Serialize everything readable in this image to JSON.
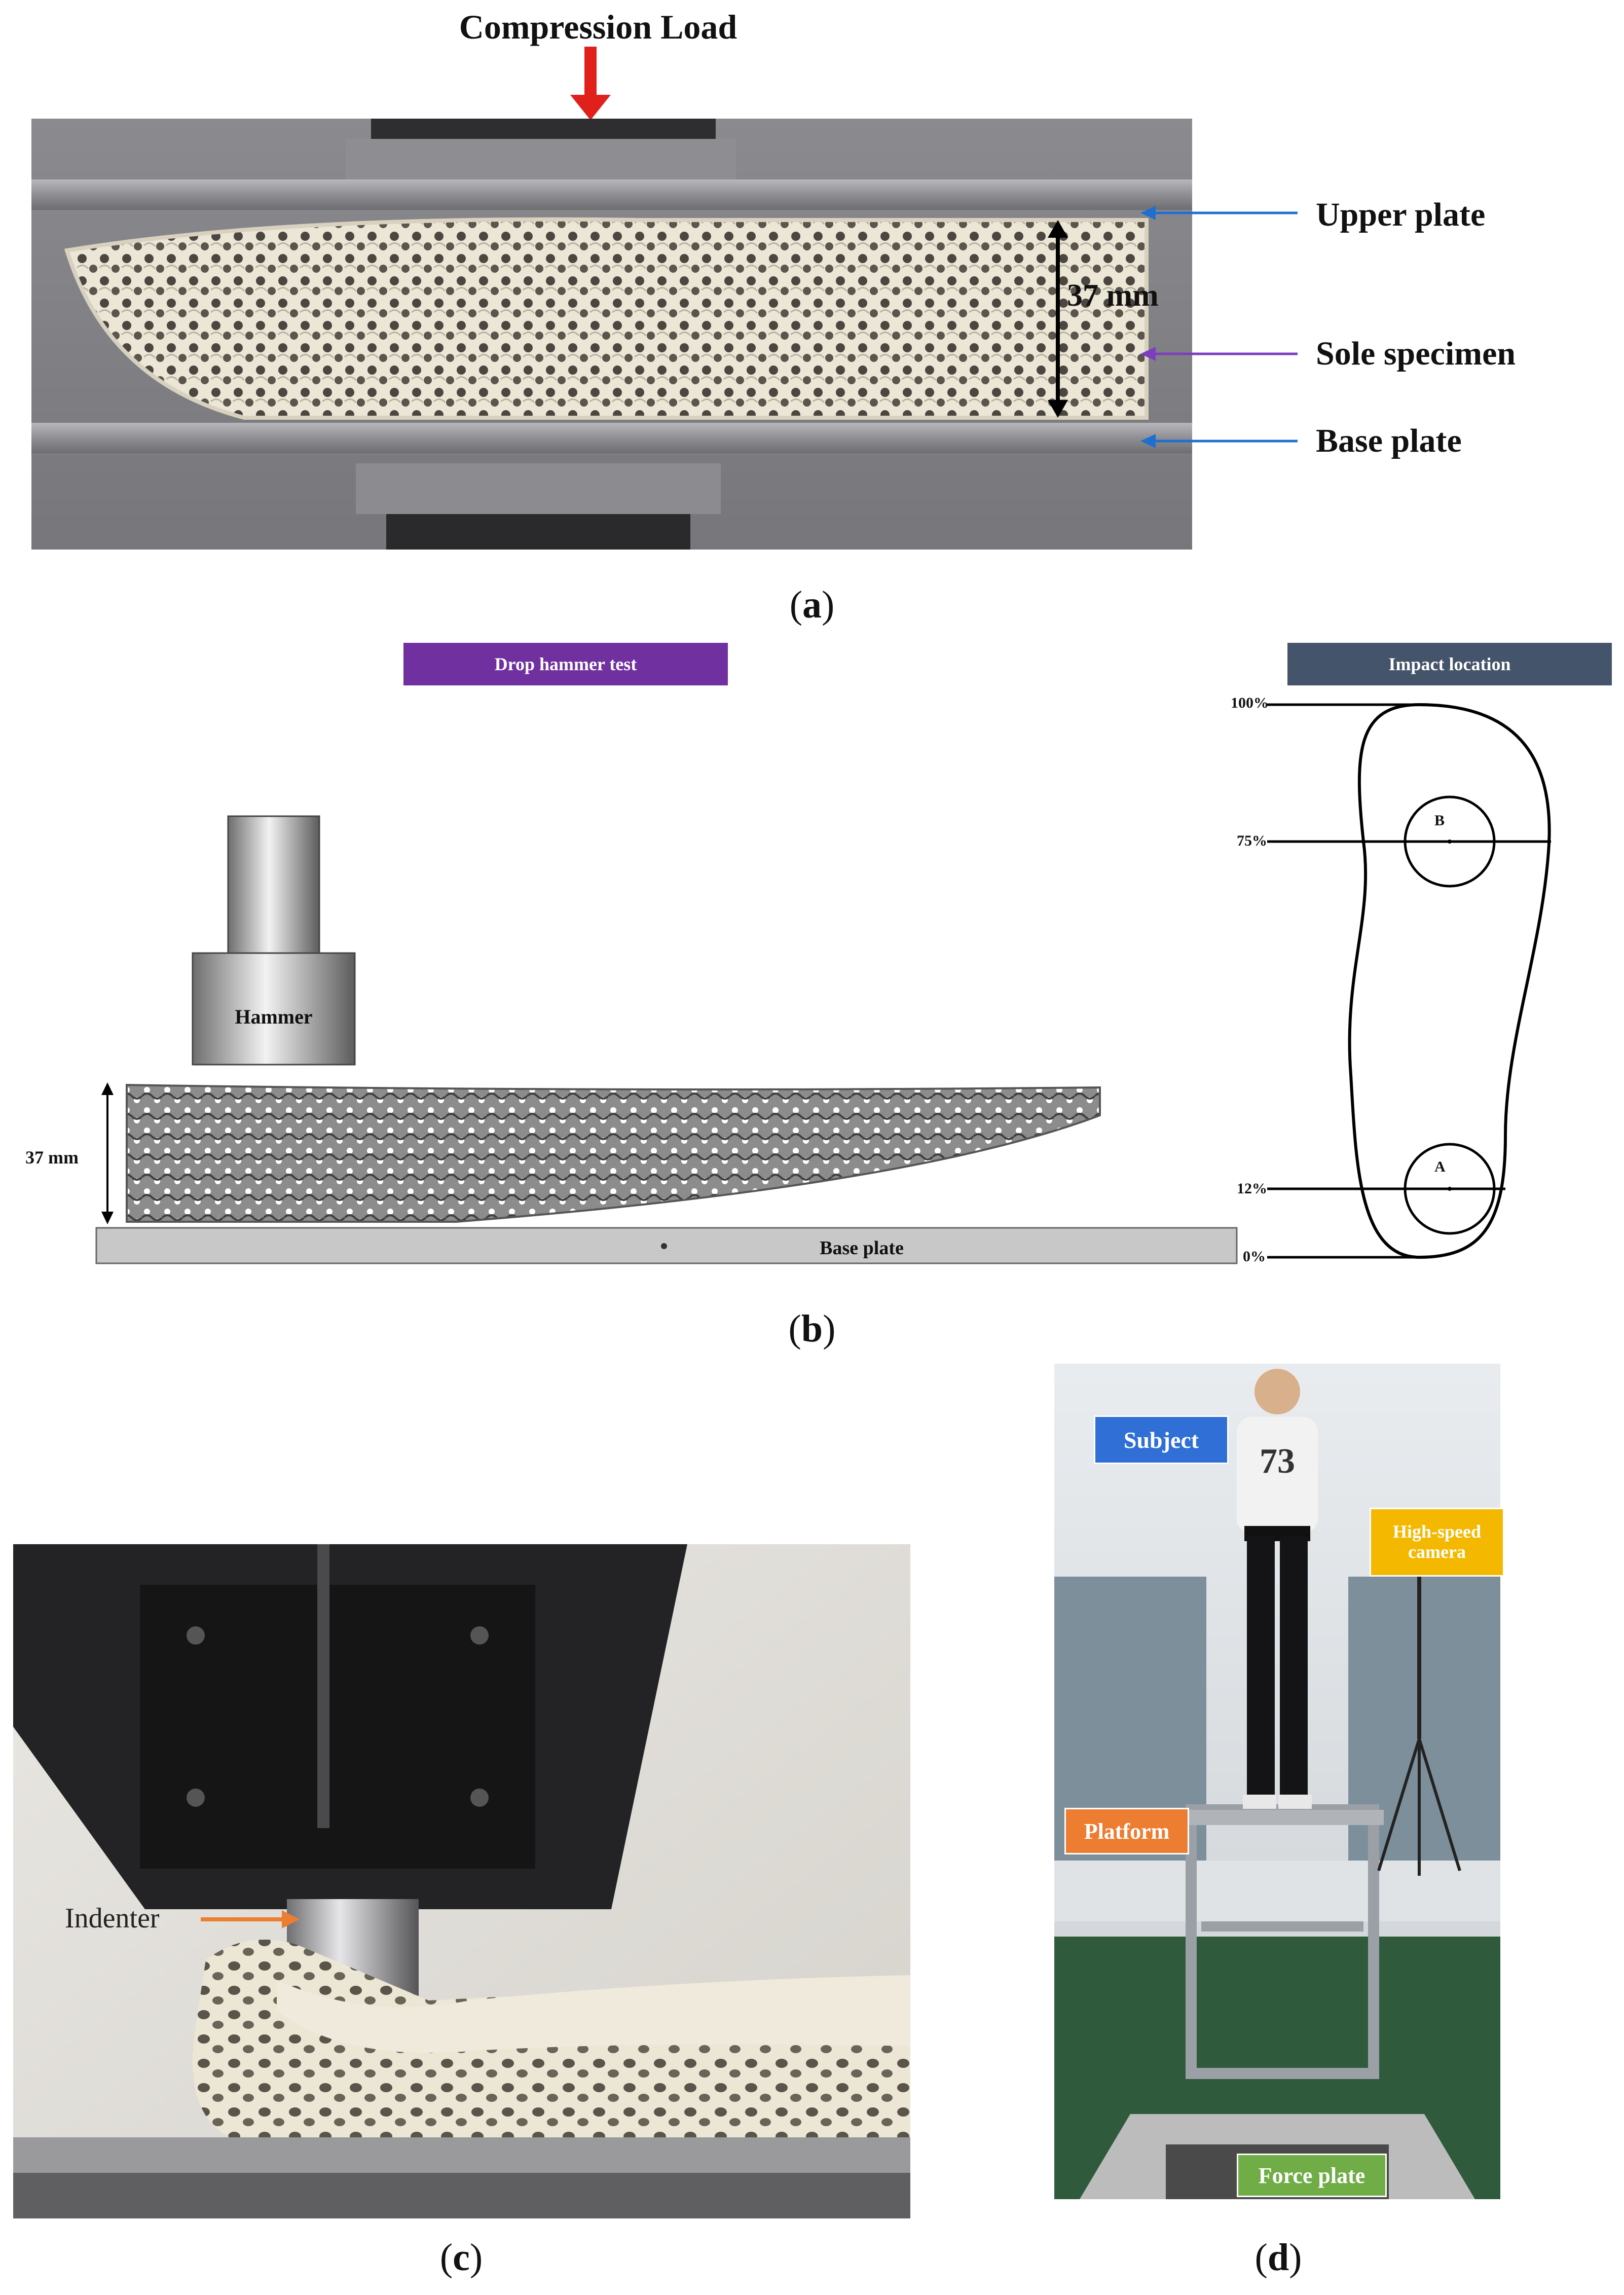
{
  "panel_a": {
    "load_label": "Compression Load",
    "dimension": "37 mm",
    "callouts": [
      "Upper plate",
      "Sole specimen",
      "Base plate"
    ],
    "caption_open": "(",
    "caption_letter": "a",
    "caption_close": ")"
  },
  "panel_b": {
    "left_header": "Drop hammer test",
    "right_header": "Impact location",
    "hammer_label": "Hammer",
    "dimension": "37 mm",
    "base_plate": "Base plate",
    "percent_labels": [
      "100%",
      "75%",
      "12%",
      "0%"
    ],
    "point_labels": [
      "B",
      "A"
    ],
    "caption_open": "(",
    "caption_letter": "b",
    "caption_close": ")"
  },
  "panel_c": {
    "indenter_label": "Indenter",
    "caption_open": "(",
    "caption_letter": "c",
    "caption_close": ")"
  },
  "panel_d": {
    "subject_label": "Subject",
    "camera_label_1": "High-speed",
    "camera_label_2": "camera",
    "platform_label": "Platform",
    "force_plate_label": "Force plate",
    "shirt_number": "73",
    "caption_open": "(",
    "caption_letter": "d",
    "caption_close": ")"
  },
  "colors": {
    "red_arrow": "#e0201b",
    "blue_arrow": "#1f6fd1",
    "purple_arrow": "#7b3fbf",
    "purple_header": "#7030a0",
    "slate_header": "#44546a",
    "subject_tag": "#2f6fd6",
    "camera_tag": "#f5b800",
    "platform_tag": "#ed7d31",
    "force_tag": "#70ad47"
  }
}
